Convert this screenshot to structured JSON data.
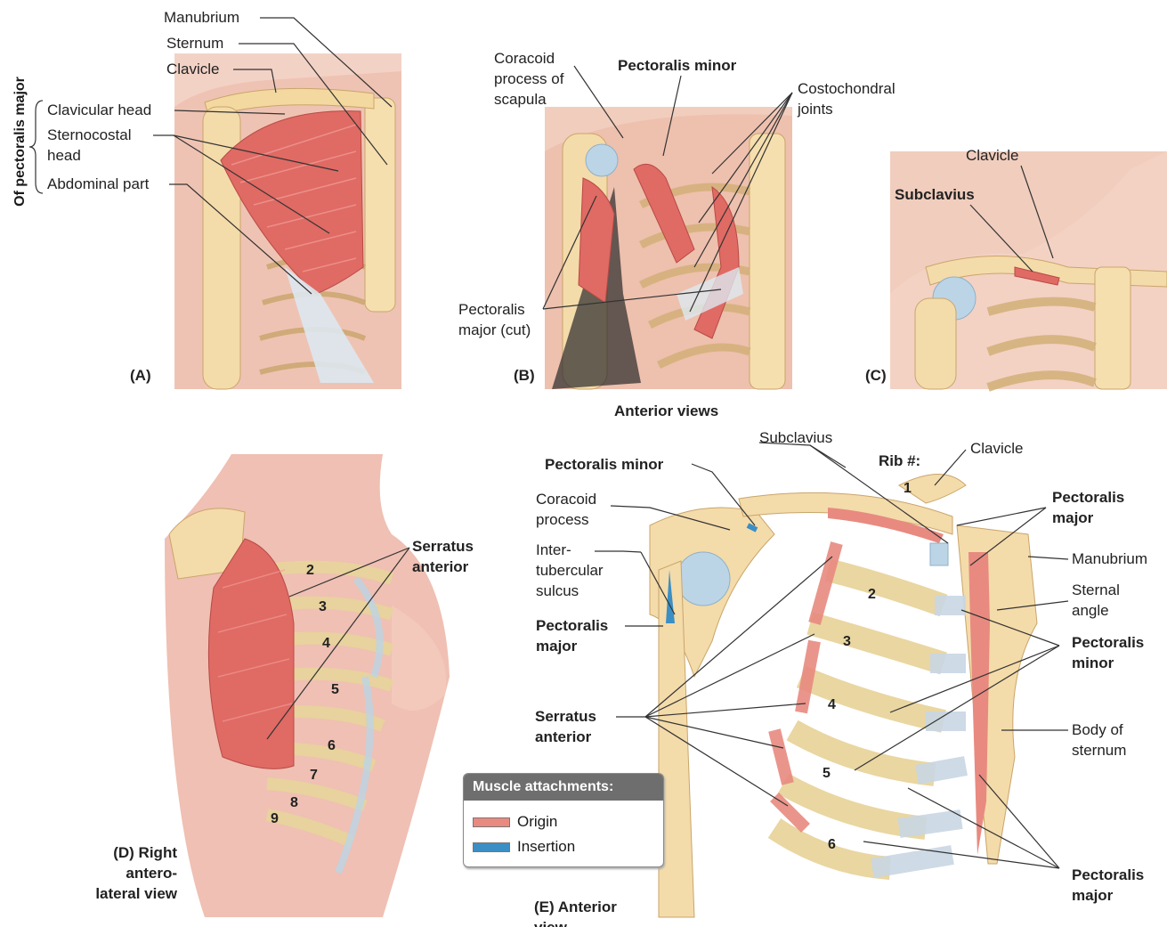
{
  "panel_a": {
    "side_label": "Of pectoralis major",
    "manubrium": "Manubrium",
    "sternum": "Sternum",
    "clavicle": "Clavicle",
    "clavicular_head": "Clavicular head",
    "sternocostal_head": "Sternocostal head",
    "abdominal_part": "Abdominal part",
    "letter": "(A)"
  },
  "panel_b": {
    "coracoid_process": "Coracoid process of scapula",
    "pectoralis_minor": "Pectoralis minor",
    "costochondral_joints": "Costochondral joints",
    "pectoralis_major_cut": "Pectoralis major (cut)",
    "letter": "(B)"
  },
  "panel_c": {
    "clavicle": "Clavicle",
    "subclavius": "Subclavius",
    "letter": "(C)"
  },
  "anterior_views": "Anterior views",
  "panel_d": {
    "serratus_anterior": "Serratus anterior",
    "rib_numbers": [
      "2",
      "3",
      "4",
      "5",
      "6",
      "7",
      "8",
      "9"
    ],
    "caption": "(D) Right antero-lateral view"
  },
  "panel_e": {
    "subclavius": "Subclavius",
    "pectoralis_minor_top": "Pectoralis minor",
    "rib_hash": "Rib #:",
    "clavicle": "Clavicle",
    "pectoralis_major_top": "Pectoralis major",
    "coracoid_process": "Coracoid process",
    "manubrium": "Manubrium",
    "intertubercular_sulcus": "Inter- tubercular sulcus",
    "sternal_angle": "Sternal angle",
    "pectoralis_major_left": "Pectoralis major",
    "pectoralis_minor_right": "Pectoralis minor",
    "serratus_anterior": "Serratus anterior",
    "body_of_sternum": "Body of sternum",
    "pectoralis_major_bottom": "Pectoralis major",
    "rib_numbers": [
      "1",
      "2",
      "3",
      "4",
      "5",
      "6"
    ],
    "caption": "(E) Anterior view"
  },
  "legend": {
    "title": "Muscle attachments:",
    "origin": "Origin",
    "insertion": "Insertion",
    "origin_color": "#e88a80",
    "insertion_color": "#3b8fc4"
  }
}
